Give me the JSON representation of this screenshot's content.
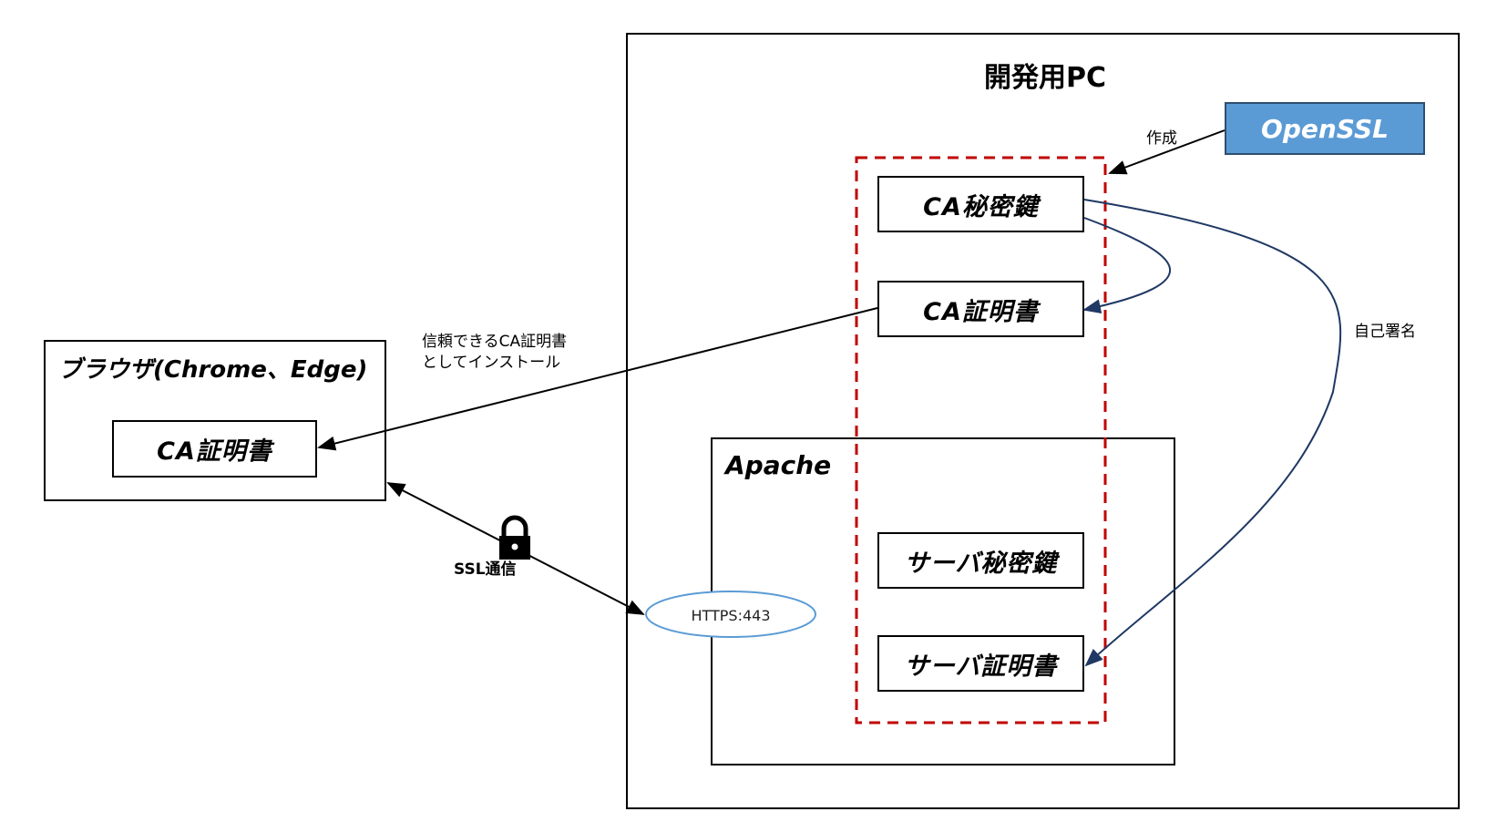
{
  "diagram": {
    "dev_pc": {
      "title": "開発用PC"
    },
    "openssl": {
      "label": "OpenSSL",
      "color": "#5b9bd5"
    },
    "create_label": "作成",
    "ca_private_key": "CA秘密鍵",
    "ca_certificate": "CA証明書",
    "self_sign_label": "自己署名",
    "apache": {
      "title": "Apache"
    },
    "server_private_key": "サーバ秘密鍵",
    "server_certificate": "サーバ証明書",
    "https_port": "HTTPS:443",
    "browser": {
      "title": "ブラウザ(Chrome、Edge)",
      "ca_certificate": "CA証明書"
    },
    "install_label_line1": "信頼できるCA証明書",
    "install_label_line2": "としてインストール",
    "ssl_label": "SSL通信",
    "lock_icon": "lock-icon",
    "dashed_group_color": "#c00000",
    "curve_color": "#1f3864"
  }
}
